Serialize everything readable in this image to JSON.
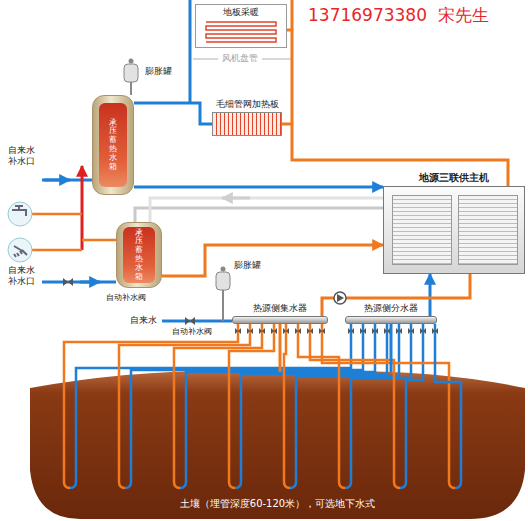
{
  "diagram": {
    "nodes": [
      {
        "text": [
          "地板采暖"
        ]
      },
      {
        "text": [
          "毛细管网加热板"
        ]
      },
      {
        "text": [
          "承压蓄热水箱"
        ]
      },
      {
        "text": [
          "承压蓄热水箱"
        ]
      },
      {
        "text": [
          "地源三联供主机"
        ]
      },
      {
        "text": [
          "热源侧集水器"
        ]
      },
      {
        "text": [
          "热源侧分水器"
        ]
      },
      {
        "text": [
          "土壤（埋管深度60-120米），可选地下水式"
        ]
      }
    ],
    "edges": [
      {
        "from": 2,
        "to": 4,
        "arrow": "to"
      },
      {
        "from": 4,
        "to": 0,
        "arrow": "none"
      },
      {
        "from": 2,
        "to": 1,
        "arrow": "none"
      },
      {
        "from": 3,
        "to": 4,
        "arrow": "to"
      },
      {
        "from": 6,
        "to": 4,
        "arrow": "to"
      },
      {
        "from": 5,
        "to": 4,
        "arrow": "none"
      },
      {
        "from": 5,
        "to": 7,
        "arrow": "none"
      },
      {
        "from": 6,
        "to": 7,
        "arrow": "none"
      }
    ],
    "labels": [
      "13716973380",
      "宋先生",
      "风机盘管",
      "膨胀罐",
      "自来水 补水口",
      "自来水 补水口",
      "自动补水阀",
      "自来水",
      "自动补水阀",
      "膨胀罐"
    ]
  }
}
